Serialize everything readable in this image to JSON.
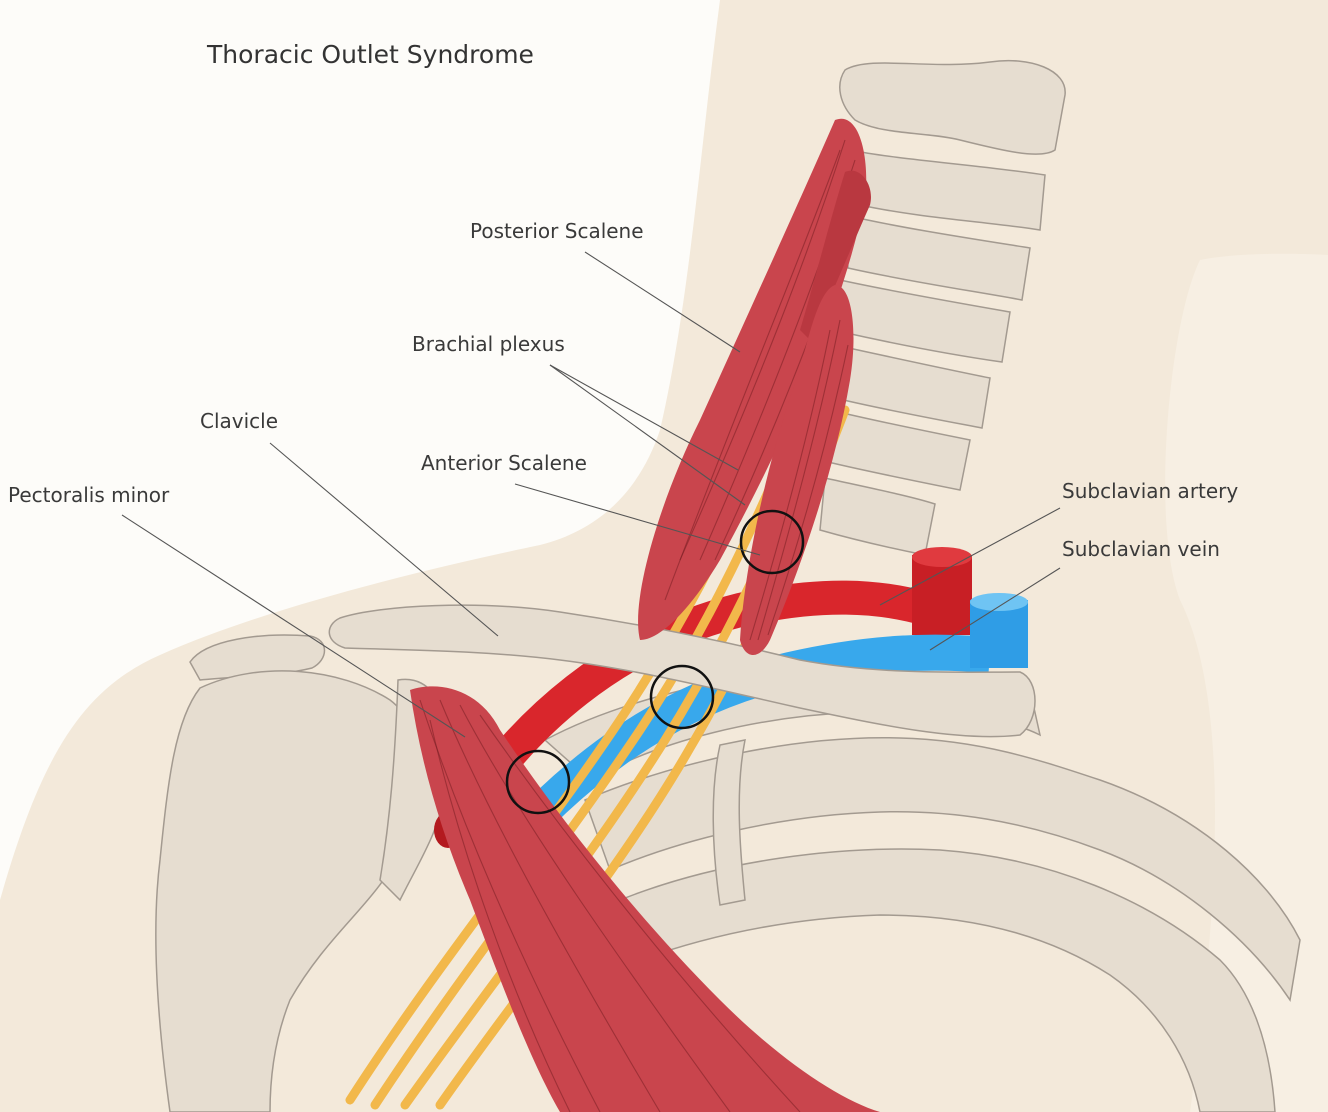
{
  "title": "Thoracic Outlet Syndrome",
  "labels": {
    "posterior_scalene": "Posterior Scalene",
    "brachial_plexus": "Brachial plexus",
    "clavicle": "Clavicle",
    "anterior_scalene": "Anterior Scalene",
    "pectoralis_minor": "Pectoralis minor",
    "subclavian_artery": "Subclavian artery",
    "subclavian_vein": "Subclavian vein"
  },
  "colors": {
    "skin": "#f3e9da",
    "bone": "#e6ddd0",
    "bone_outline": "#9a9086",
    "muscle": "#c9454d",
    "muscle_dark": "#9b2a31",
    "nerve": "#f2b84b",
    "artery": "#d9262c",
    "vein": "#38a8ec",
    "leader_line": "#555555",
    "compression_circle": "#111111"
  }
}
